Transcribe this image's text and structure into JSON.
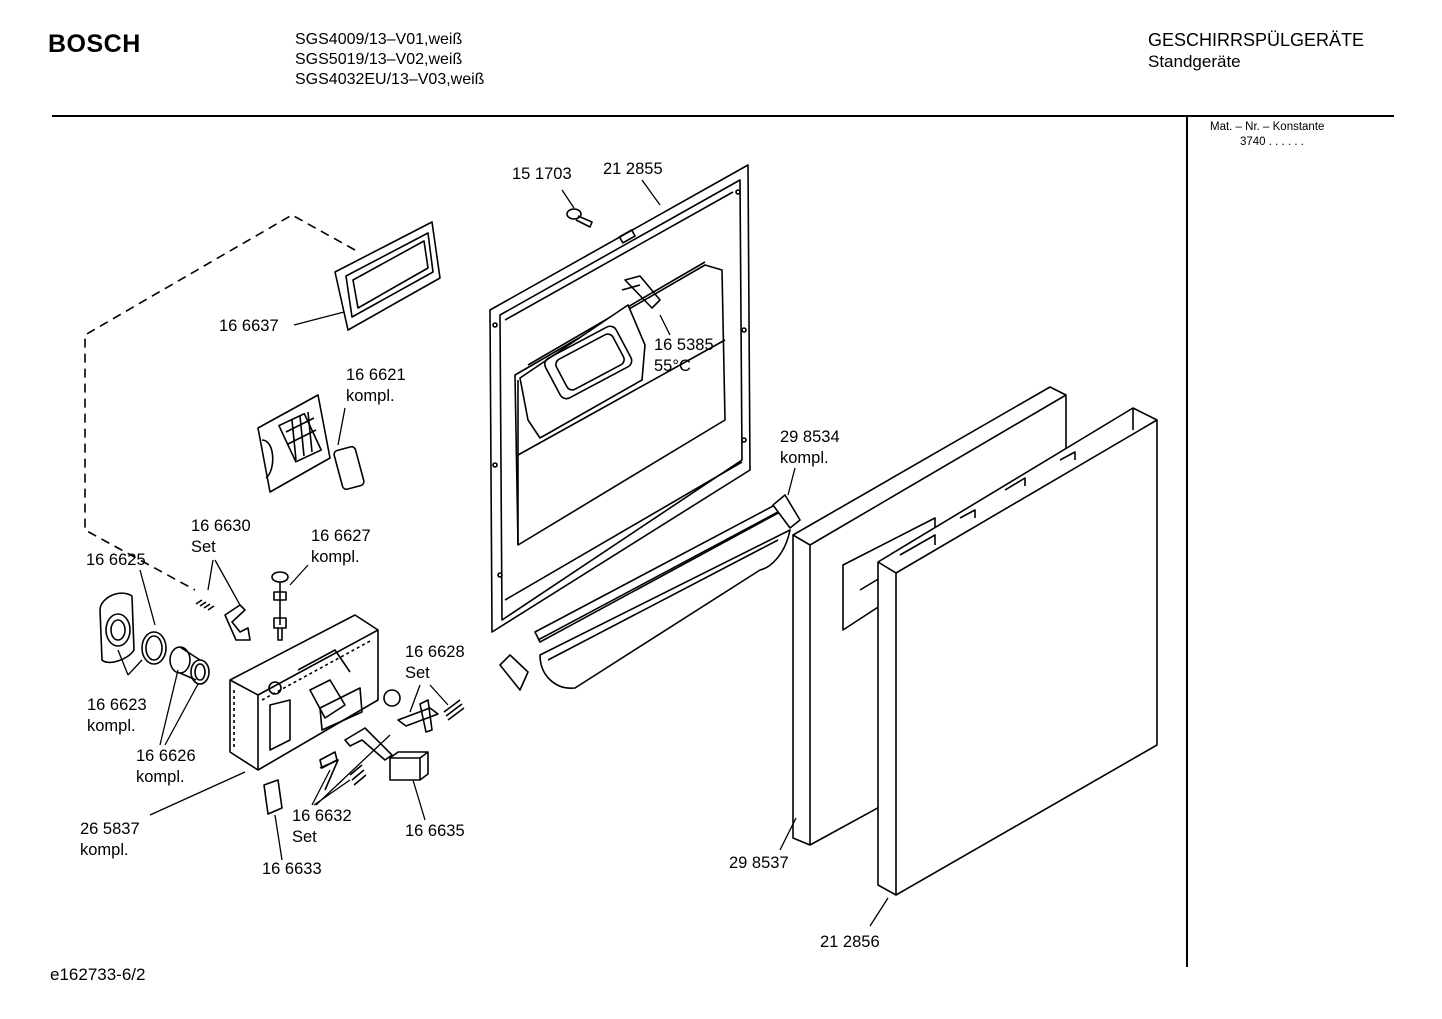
{
  "header": {
    "brand": "BOSCH",
    "models": [
      "SGS4009/13–V01,weiß",
      "SGS5019/13–V02,weiß",
      "SGS4032EU/13–V03,weiß"
    ],
    "category": "GESCHIRRSPÜLGERÄTE",
    "subcategory": "Standgeräte"
  },
  "material_info": {
    "line1": "Mat. – Nr. – Konstante",
    "line2": "3740  .  .  .  .  .  ."
  },
  "document_id": "e162733-6/2",
  "parts": [
    {
      "id": "p151703",
      "lines": [
        "15 1703"
      ]
    },
    {
      "id": "p212855",
      "lines": [
        "21 2855"
      ]
    },
    {
      "id": "p166637",
      "lines": [
        "16 6637"
      ]
    },
    {
      "id": "p166621",
      "lines": [
        "16 6621",
        "kompl."
      ]
    },
    {
      "id": "p165385",
      "lines": [
        "16 5385",
        "55°C"
      ]
    },
    {
      "id": "p298534",
      "lines": [
        "29 8534",
        "kompl."
      ]
    },
    {
      "id": "p166630",
      "lines": [
        "16 6630",
        "Set"
      ]
    },
    {
      "id": "p166627",
      "lines": [
        "16 6627",
        "kompl."
      ]
    },
    {
      "id": "p166625",
      "lines": [
        "16 6625"
      ]
    },
    {
      "id": "p166628",
      "lines": [
        "16 6628",
        "Set"
      ]
    },
    {
      "id": "p166623",
      "lines": [
        "16 6623",
        "kompl."
      ]
    },
    {
      "id": "p166626",
      "lines": [
        "16 6626",
        "kompl."
      ]
    },
    {
      "id": "p265837",
      "lines": [
        "26 5837",
        "kompl."
      ]
    },
    {
      "id": "p166632",
      "lines": [
        "16 6632",
        "Set"
      ]
    },
    {
      "id": "p166635",
      "lines": [
        "16 6635"
      ]
    },
    {
      "id": "p166633",
      "lines": [
        "16 6633"
      ]
    },
    {
      "id": "p298537",
      "lines": [
        "29 8537"
      ]
    },
    {
      "id": "p212856",
      "lines": [
        "21 2856"
      ]
    }
  ]
}
